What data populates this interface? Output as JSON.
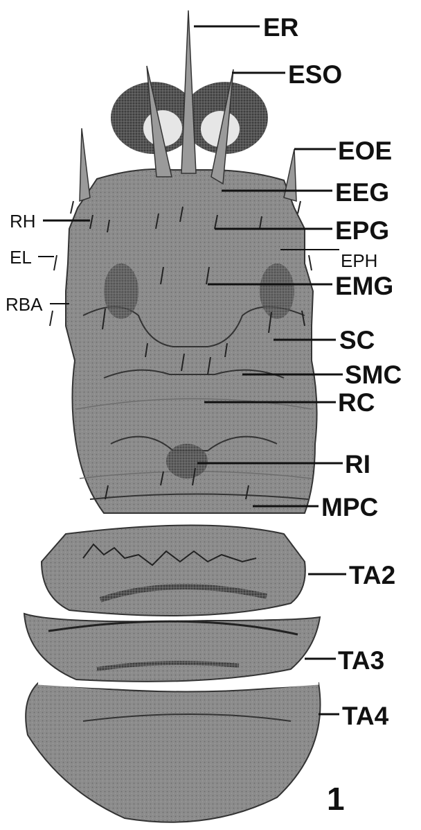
{
  "figure_number": "1",
  "labels": {
    "ER": "ER",
    "ESO": "ESO",
    "EOE": "EOE",
    "EEG": "EEG",
    "EPG": "EPG",
    "EPH": "EPH",
    "EMG": "EMG",
    "SC": "SC",
    "SMC": "SMC",
    "RC": "RC",
    "RI": "RI",
    "MPC": "MPC",
    "TA2": "TA2",
    "TA3": "TA3",
    "TA4": "TA4",
    "RH": "RH",
    "EL": "EL",
    "RBA": "RBA"
  },
  "colors": {
    "body": "#8a8a8a",
    "body_dark": "#5e5e5e",
    "body_light": "#a8a8a8",
    "eye": "#3a3a3a",
    "line": "#111111"
  }
}
